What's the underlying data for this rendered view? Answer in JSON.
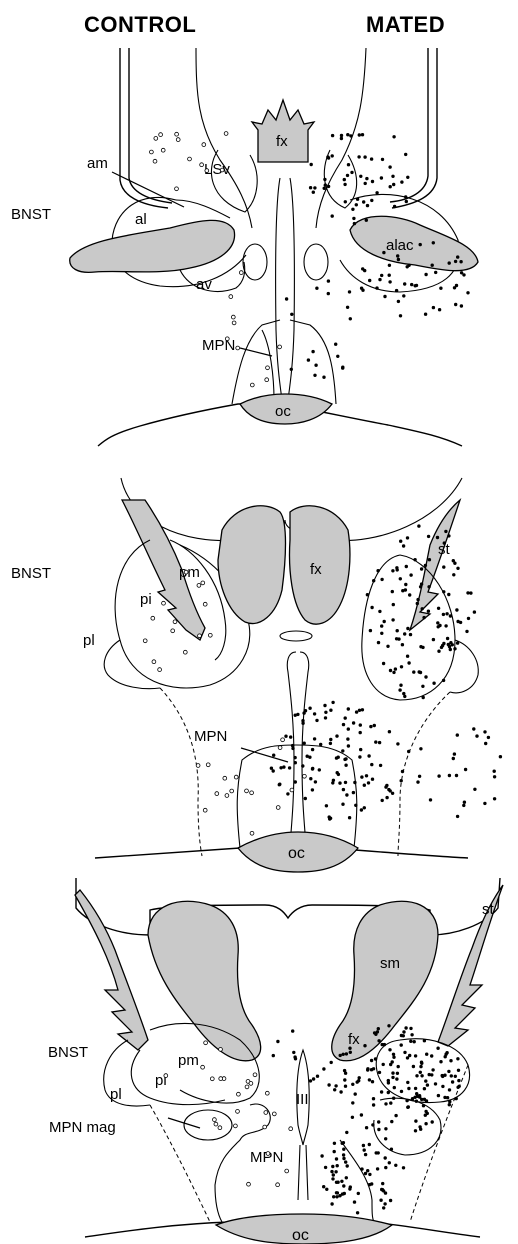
{
  "header": {
    "left": "CONTROL",
    "right": "MATED"
  },
  "panel_top": {
    "labels": {
      "bnst": "BNST",
      "am": "am",
      "al": "al",
      "lsv": "LSv",
      "av": "av",
      "fx": "fx",
      "alac": "alac",
      "mpn": "MPN",
      "oc": "oc"
    }
  },
  "panel_mid": {
    "labels": {
      "bnst": "BNST",
      "pm": "pm",
      "pi": "pi",
      "pl": "pl",
      "fx": "fx",
      "st": "st",
      "mpn": "MPN",
      "oc": "oc"
    }
  },
  "panel_bottom": {
    "labels": {
      "bnst": "BNST",
      "pm": "pm",
      "pi": "pi",
      "pl": "pl",
      "sm": "sm",
      "st": "st",
      "fx": "fx",
      "iii": "III",
      "mpn_mag": "MPN mag",
      "mpn": "MPN",
      "oc": "oc"
    }
  },
  "colors": {
    "stipple": "#c9c9c9",
    "line": "#000000",
    "background": "#ffffff"
  }
}
